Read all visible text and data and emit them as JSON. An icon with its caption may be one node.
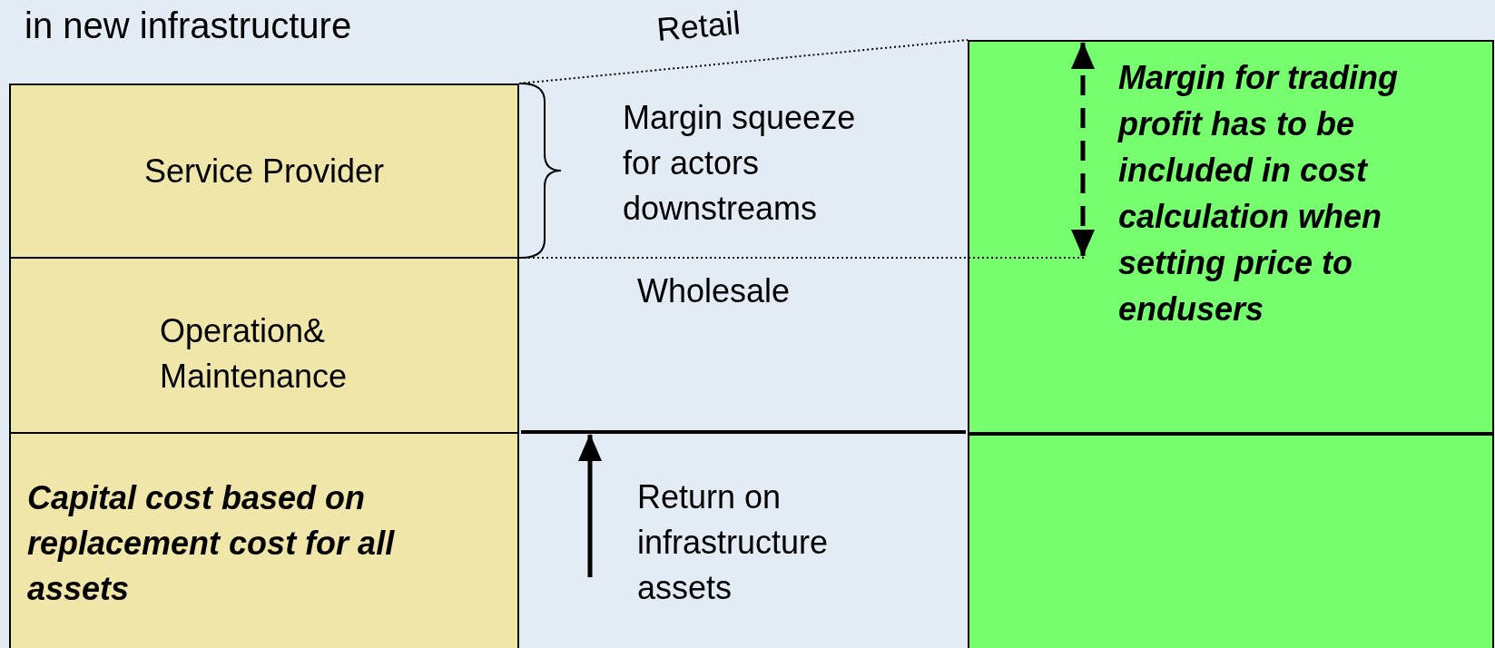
{
  "diagram": {
    "nodes": [
      {
        "text": [
          "Service Provider"
        ]
      },
      {
        "text": [
          "Operation& Maintenance"
        ]
      },
      {
        "text": [
          "Capital cost based on replacement cost for all assets"
        ]
      },
      {
        "text": [
          "Margin for trading profit has to be included in cost calculation when setting price to endusers"
        ]
      },
      {
        "text": [],
        "shape": "box"
      }
    ],
    "labels": [
      "in new infrastructure",
      "Retail",
      "Margin squeeze for actors downstreams",
      "Wholesale",
      "Return on infrastructure assets"
    ]
  }
}
